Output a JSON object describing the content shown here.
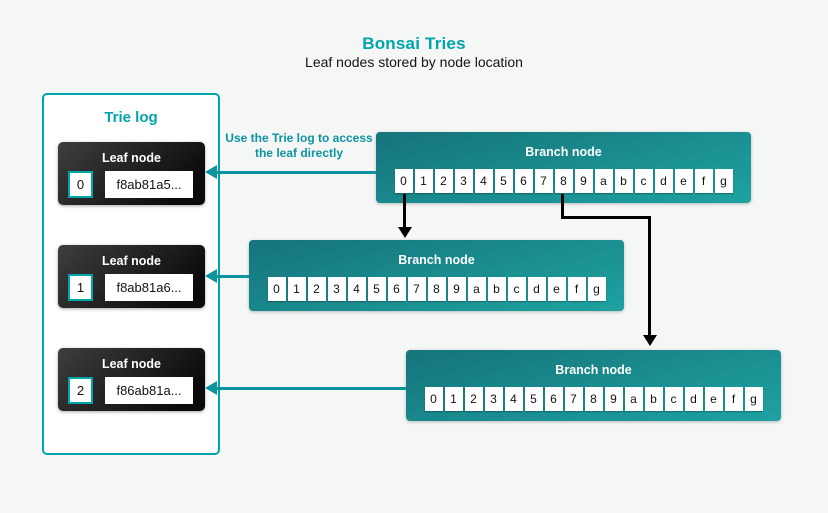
{
  "colors": {
    "background": "#f5f6f6",
    "accent": "#00a5ab",
    "arrow_teal": "#0e949e",
    "branch_gradient_start": "#15747b",
    "branch_gradient_end": "#1ea2a1",
    "leaf_gradient_start": "#3e3e3e",
    "leaf_gradient_end": "#0b0b0b"
  },
  "header": {
    "title": "Bonsai Tries",
    "subtitle": "Leaf nodes stored by node location"
  },
  "annotation": {
    "text": "Use the Trie log to access the leaf directly"
  },
  "trie_log": {
    "title": "Trie log",
    "leaf_label": "Leaf node",
    "leaves": [
      {
        "index": "0",
        "hash": "f8ab81a5..."
      },
      {
        "index": "1",
        "hash": "f8ab81a6..."
      },
      {
        "index": "2",
        "hash": "f86ab81a..."
      }
    ]
  },
  "branch": {
    "label": "Branch node",
    "cells": [
      "0",
      "1",
      "2",
      "3",
      "4",
      "5",
      "6",
      "7",
      "8",
      "9",
      "a",
      "b",
      "c",
      "d",
      "e",
      "f",
      "g"
    ]
  }
}
